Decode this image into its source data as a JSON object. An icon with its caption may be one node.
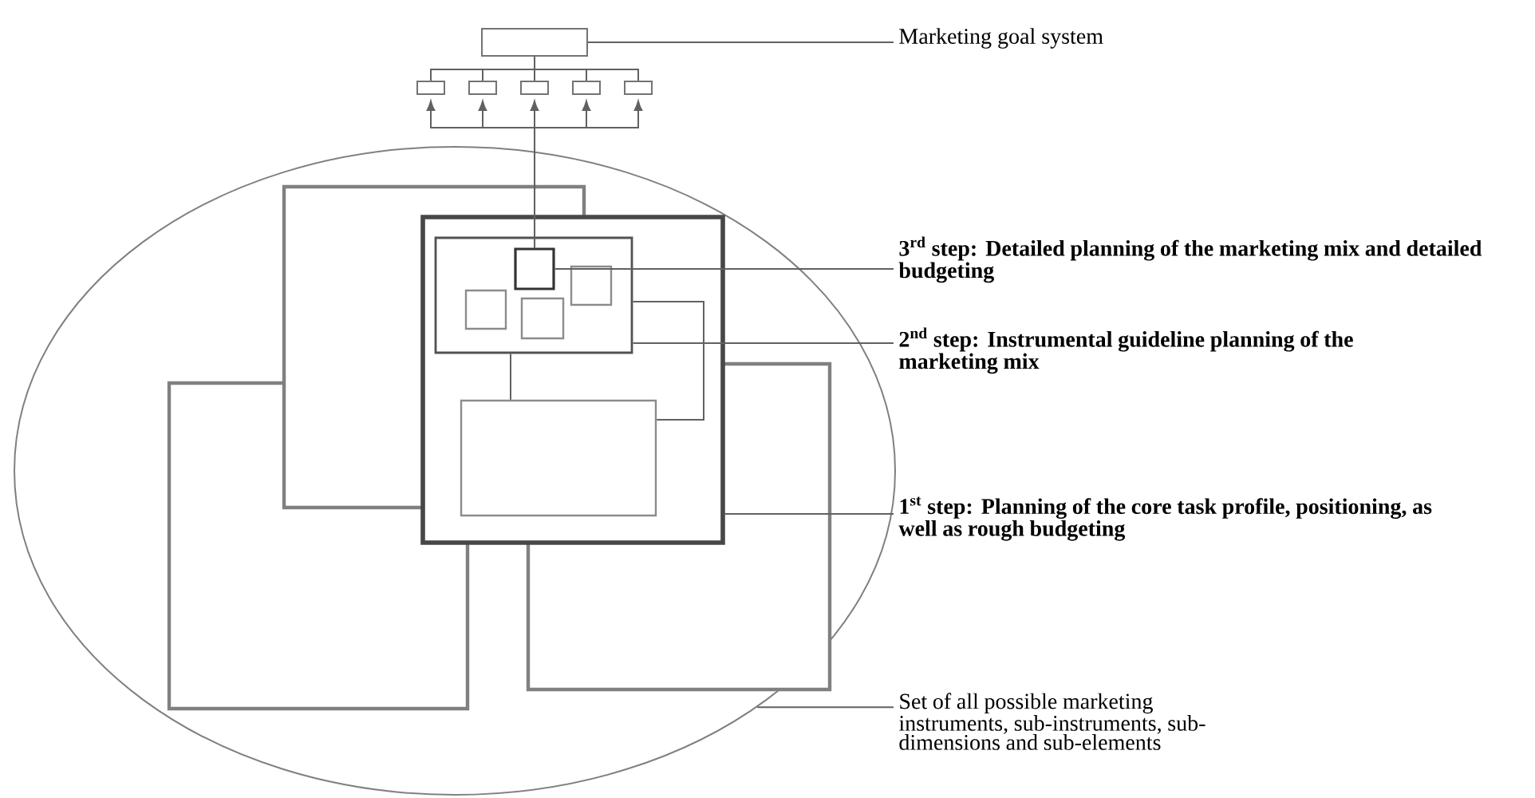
{
  "diagram": {
    "nodes": [
      {
        "text": [
          "Marketing goal system"
        ]
      },
      {
        "text": [],
        "shape": "box"
      },
      {
        "text": [],
        "shape": "box"
      },
      {
        "text": [],
        "shape": "box"
      },
      {
        "text": [],
        "shape": "box"
      },
      {
        "text": [],
        "shape": "box"
      },
      {
        "text": [],
        "shape": "box"
      },
      {
        "text": [],
        "shape": "ellipse"
      },
      {
        "text": [],
        "shape": "box",
        "in": 7
      },
      {
        "text": [],
        "shape": "box",
        "in": 8
      },
      {
        "text": [],
        "shape": "box",
        "in": 9
      },
      {
        "text": [],
        "shape": "box",
        "in": 9
      },
      {
        "text": [],
        "shape": "box",
        "in": 9
      },
      {
        "text": [],
        "shape": "box",
        "in": 9
      },
      {
        "text": [],
        "shape": "box",
        "in": 8
      },
      {
        "text": [
          "3$^{rd}$ step: Detailed planning of the marketing mix and detailed budgeting"
        ]
      },
      {
        "text": [
          "2$^{nd}$ step: Instrumental guideline planning of the marketing mix"
        ]
      },
      {
        "text": [
          "1$^{st}$ step: Planning of the core task profile, positioning, as well as rough budgeting"
        ]
      },
      {
        "text": [
          "Set of all possible marketing instruments, sub-instruments, sub-dimensions and sub-elements"
        ]
      }
    ],
    "edges": [
      {
        "from": 0,
        "to": 1,
        "arrow": "none"
      },
      {
        "from": 1,
        "to": 2,
        "arrow": "none"
      },
      {
        "from": 1,
        "to": 3,
        "arrow": "none"
      },
      {
        "from": 1,
        "to": 4,
        "arrow": "none"
      },
      {
        "from": 1,
        "to": 5,
        "arrow": "none"
      },
      {
        "from": 1,
        "to": 6,
        "arrow": "none"
      },
      {
        "from": 10,
        "to": 2,
        "arrow": "to"
      },
      {
        "from": 10,
        "to": 3,
        "arrow": "to"
      },
      {
        "from": 10,
        "to": 4,
        "arrow": "to"
      },
      {
        "from": 10,
        "to": 5,
        "arrow": "to"
      },
      {
        "from": 10,
        "to": 6,
        "arrow": "to"
      },
      {
        "from": 9,
        "to": 14,
        "arrow": "none"
      },
      {
        "from": 9,
        "to": 14,
        "arrow": "none"
      },
      {
        "from": 15,
        "to": 10,
        "arrow": "none"
      },
      {
        "from": 16,
        "to": 9,
        "arrow": "none"
      },
      {
        "from": 17,
        "to": 8,
        "arrow": "none"
      },
      {
        "from": 18,
        "to": 7,
        "arrow": "none"
      }
    ]
  }
}
